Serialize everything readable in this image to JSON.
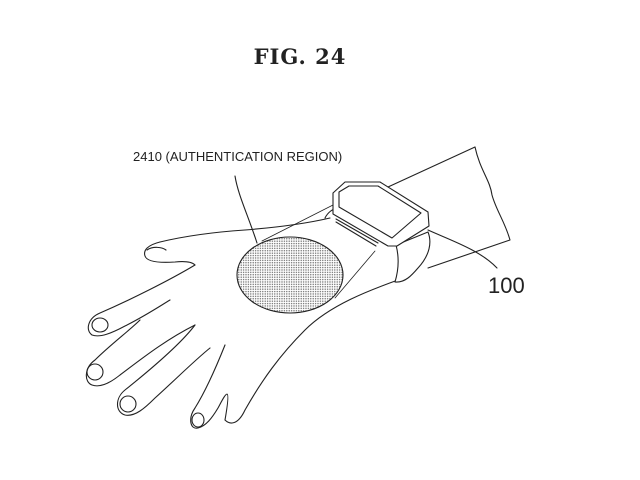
{
  "figure": {
    "title": "FIG. 24",
    "labels": {
      "authentication_region": "2410 (AUTHENTICATION REGION)",
      "device": "100"
    }
  }
}
